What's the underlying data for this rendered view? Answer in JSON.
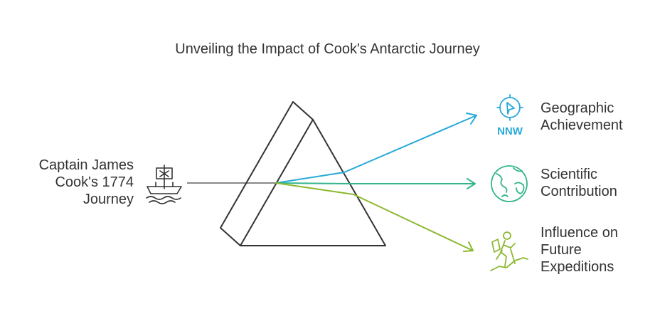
{
  "title": "Unveiling the Impact of Cook's Antarctic Journey",
  "source": {
    "label": "Captain James\nCook's 1774\nJourney",
    "icon": "ship-icon"
  },
  "outputs": [
    {
      "label": "Geographic\nAchievement",
      "icon": "compass-icon",
      "icon_text": "NNW",
      "color": "#27a9d9"
    },
    {
      "label": "Scientific\nContribution",
      "icon": "globe-icon",
      "color": "#34b58d"
    },
    {
      "label": "Influence on\nFuture\nExpeditions",
      "icon": "hiker-icon",
      "color": "#8cb832"
    }
  ],
  "colors": {
    "text": "#333333",
    "prism": "#333333",
    "input_beam": "#888888"
  }
}
